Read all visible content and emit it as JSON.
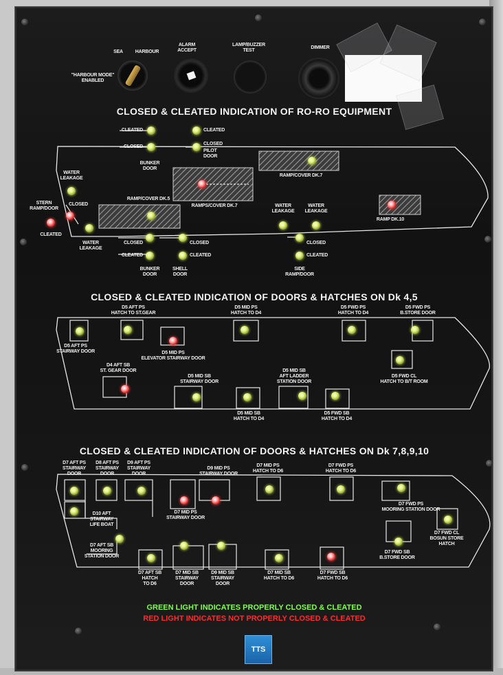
{
  "controls": {
    "selector_left": "SEA",
    "selector_right": "HARBOUR",
    "selector_sub": "\"HARBOUR MODE\"\nENABLED",
    "alarm": "ALARM\nACCEPT",
    "lamp_test": "LAMP/BUZZER\nTEST",
    "dimmer": "DIMMER"
  },
  "section1": {
    "title": "CLOSED & CLEATED INDICATION OF RO-RO EQUIPMENT",
    "labels": {
      "cleated": "CLEATED",
      "closed": "CLOSED",
      "bunker_door": "BUNKER\nDOOR",
      "pilot_door": "PILOT\nDOOR",
      "ramp_cover_dk7_top": "RAMP/COVER DK.7",
      "ramps_cover_dk7": "RAMPS/COVER DK.7",
      "ramp_cover_dk5": "RAMP/COVER DK.5",
      "water_leakage": "WATER\nLEAKAGE",
      "stern_ramp_door": "STERN\nRAMP/DOOR",
      "ramp_dk10": "RAMP DK.10",
      "shell_door": "SHELL\nDOOR",
      "side_ramp_door": "SIDE\nRAMP/DOOR"
    }
  },
  "section2": {
    "title": "CLOSED & CLEATED INDICATION OF DOORS & HATCHES ON Dk 4,5",
    "labels": {
      "d5_aft_ps_hatch": "D5 AFT PS\nHATCH TO ST.GEAR",
      "d5_mid_ps_hatch": "D5 MID PS\nHATCH TO D4",
      "d5_fwd_ps_hatch": "D5 FWD PS\nHATCH TO D4",
      "d5_fwd_ps_bstore": "D5 FWD PS\nB.STORE DOOR",
      "d5_aft_ps_stairway": "D5 AFT PS\nSTAIRWAY DOOR",
      "d5_mid_ps_elevator": "D5 MID PS\nELEVATOR STAIRWAY DOOR",
      "d4_aft_sb": "D4 AFT SB\nST. GEAR DOOR",
      "d5_mid_sb_stairway": "D5 MID SB\nSTAIRWAY DOOR",
      "d5_mid_sb_aft_ladder": "D5 MID SB\nAFT LADDER\nSTATION DOOR",
      "d5_mid_sb_hatch": "D5 MID SB\nHATCH TO D4",
      "d5_fwd_sb_hatch": "D5 FWD SB\nHATCH TO D4",
      "d5_fwd_cl": "D5 FWD CL\nHATCH TO B/T ROOM"
    }
  },
  "section3": {
    "title": "CLOSED & CLEATED INDICATION OF DOORS & HATCHES ON Dk 7,8,9,10",
    "labels": {
      "d7_aft_ps": "D7 AFT PS\nSTAIRWAY\nDOOR",
      "d8_aft_ps": "D8 AFT PS\nSTAIRWAY\nDOOR",
      "d9_aft_ps": "D9 AFT PS\nSTAIRWAY\nDOOR",
      "d9_mid_ps": "D9 MID PS\nSTAIRWAY DOOR",
      "d7_mid_ps_hatch": "D7 MID PS\nHATCH TO D6",
      "d7_fwd_ps_hatch": "D7 FWD PS\nHATCH TO D6",
      "d10_aft": "D10 AFT\nSTAIRWAY\nLIFE BOAT",
      "d7_mid_ps_stairway": "D7 MID PS\nSTAIRWAY DOOR",
      "d7_fwd_ps_mooring": "D7 FWD PS\nMOORING STATION DOOR",
      "d7_aft_sb_mooring": "D7 AFT SB\nMOORING\nSTATION DOOR",
      "d7_fwd_cl": "D7 FWD CL\nBOSUN STORE\nHATCH",
      "d7_aft_sb_hatch": "D7 AFT SB\nHATCH\nTO D6",
      "d7_mid_sb_stairway": "D7 MID SB\nSTAIRWAY\nDOOR",
      "d9_mid_sb_stairway": "D9 MID SB\nSTAIRWAY\nDOOR",
      "d7_mid_sb_hatch": "D7 MID SB\nHATCH TO D6",
      "d7_fwd_sb_hatch": "D7 FWD SB\nHATCH TO D6",
      "d7_fwd_sb_bstore": "D7 FWD SB\nB.STORE DOOR"
    }
  },
  "legend": {
    "green": "GREEN LIGHT INDICATES PROPERLY CLOSED & CLEATED",
    "red": "RED LIGHT INDICATES NOT PROPERLY CLOSED & CLEATED"
  },
  "logo": "TTS",
  "colors": {
    "green_text": "#7dff4a",
    "red_text": "#ff2a2a",
    "panel": "#151515"
  }
}
